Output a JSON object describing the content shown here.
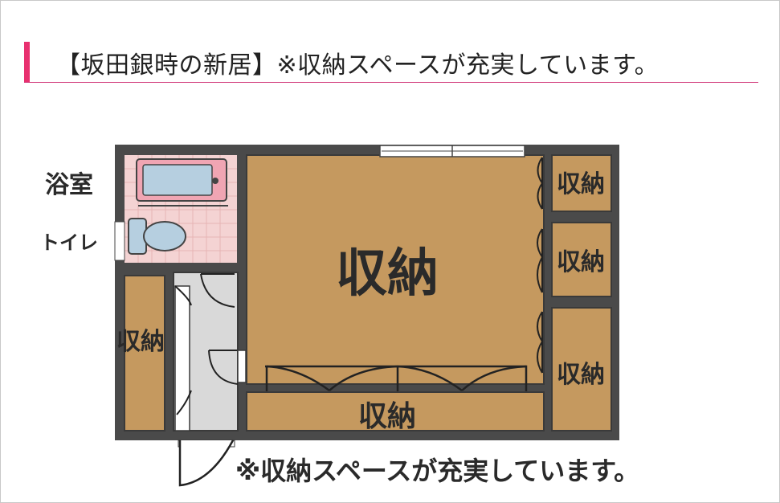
{
  "title": "【坂田銀時の新居】※収納スペースが充実しています。",
  "rooms": {
    "bath": "浴室",
    "toilet": "トイレ",
    "main_storage": "収納",
    "right_top_storage": "収納",
    "right_mid_storage": "収納",
    "right_bottom_storage": "収納",
    "left_storage": "収納",
    "bottom_storage": "収納"
  },
  "note": "※収納スペースが充実しています。",
  "colors": {
    "accent": "#e8306f",
    "wall": "#4a4a4a",
    "storage": "#c5995f",
    "tile": "#f4d3d3",
    "corridor": "#d9d9d9"
  }
}
